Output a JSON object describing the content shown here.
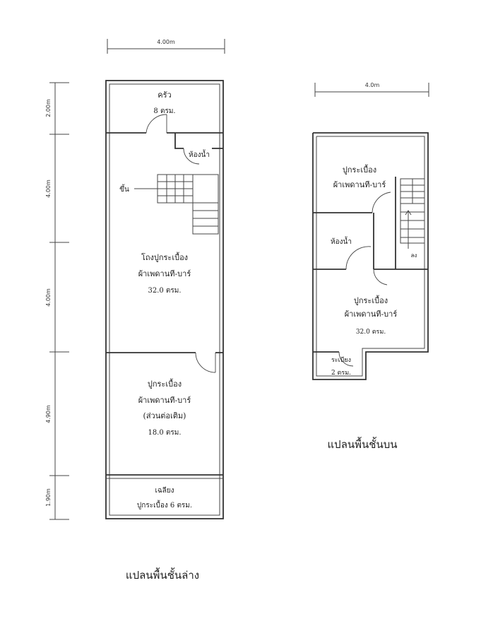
{
  "ground_floor": {
    "title": "แปลนพื้นชั้นล่าง",
    "dims": {
      "width": "4.00m",
      "d1": "2.00m",
      "d2": "4.00m",
      "d3": "4.00m",
      "d4": "4.90m",
      "d5": "1.90m"
    },
    "rooms": {
      "kitchen": {
        "name": "ครัว",
        "area": "8 ตรม."
      },
      "bathroom": {
        "name": "ห้องน้ำ"
      },
      "stair": {
        "name": "ขึ้น"
      },
      "hall": {
        "line1": "โถงปูกระเบื้อง",
        "line2": "ผ้าเพดานที-บาร์",
        "area": "32.0 ตรม."
      },
      "front": {
        "line1": "ปูกระเบื้อง",
        "line2": "ผ้าเพดานที-บาร์",
        "line3": "(ส่วนต่อเติม)",
        "area": "18.0 ตรม."
      },
      "porch": {
        "line1": "เฉลียง",
        "line2": "ปูกระเบื้อง 6 ตรม."
      }
    }
  },
  "upper_floor": {
    "title": "แปลนพื้นชั้นบน",
    "dims": {
      "width": "4.0m"
    },
    "rooms": {
      "room1": {
        "line1": "ปูกระเบื้อง",
        "line2": "ผ้าเพดานที-บาร์"
      },
      "bathroom": {
        "name": "ห้องน้ำ"
      },
      "stair": {
        "name": "ลง"
      },
      "room2": {
        "line1": "ปูกระเบื้อง",
        "line2": "ผ้าเพดานที-บาร์",
        "area": "32.0 ตรม."
      },
      "balcony": {
        "name": "ระเบียง",
        "area": "2 ตรม."
      }
    }
  }
}
